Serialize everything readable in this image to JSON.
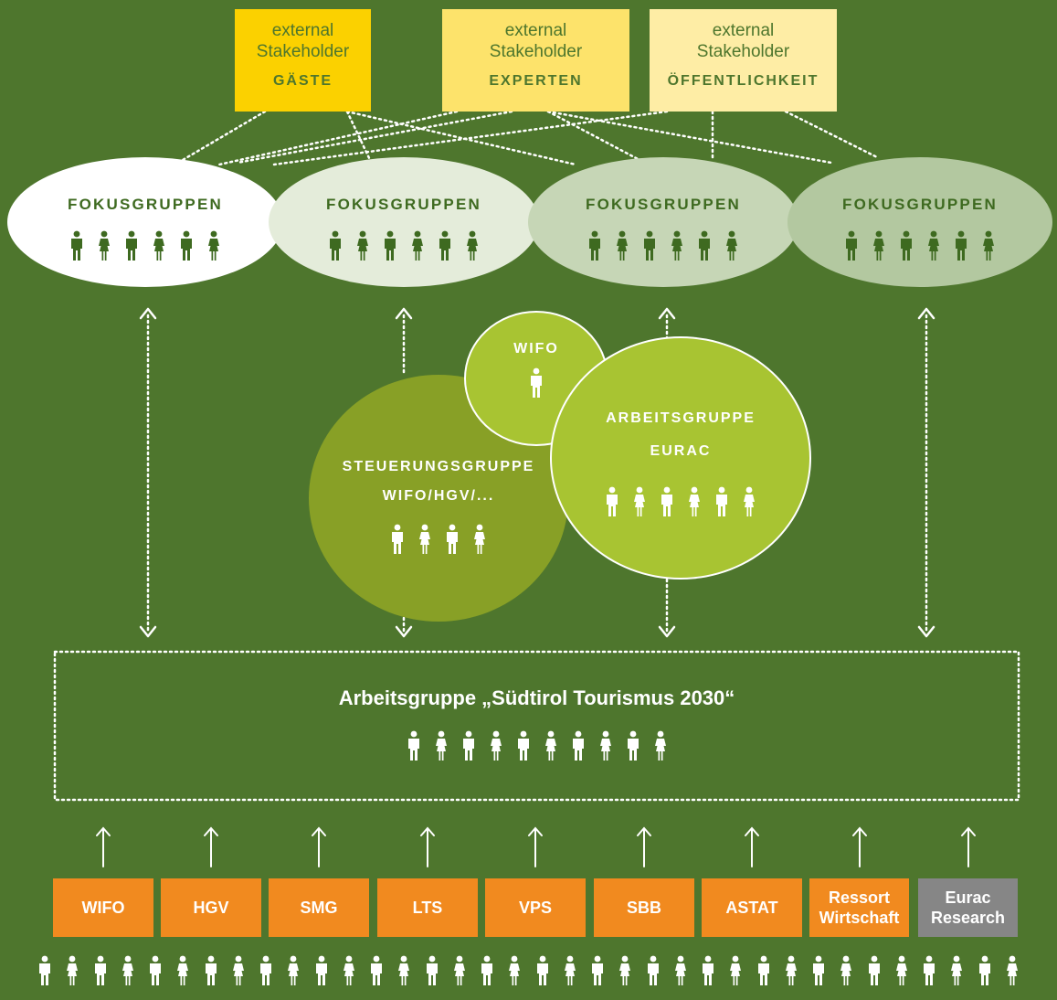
{
  "stakeholders": [
    {
      "line1": "external",
      "line2": "Stakeholder",
      "name": "GÄSTE",
      "color": "#fbd100"
    },
    {
      "line1": "external",
      "line2": "Stakeholder",
      "name": "EXPERTEN",
      "color": "#fde36b"
    },
    {
      "line1": "external",
      "line2": "Stakeholder",
      "name": "ÖFFENTLICHKEIT",
      "color": "#feeda5"
    }
  ],
  "focus_groups": [
    {
      "label": "FOKUSGRUPPEN",
      "fill": "#ffffff"
    },
    {
      "label": "FOKUSGRUPPEN",
      "fill": "#e4ecda"
    },
    {
      "label": "FOKUSGRUPPEN",
      "fill": "#c6d6b6"
    },
    {
      "label": "FOKUSGRUPPEN",
      "fill": "#b3c8a0"
    }
  ],
  "wifo_circle": {
    "label": "WIFO",
    "fill": "#a8c432"
  },
  "steering_group": {
    "line1": "STEUERUNGSGRUPPE",
    "line2": "WIFO/HGV/...",
    "fill": "#88a026"
  },
  "eurac_group": {
    "line1": "ARBEITSGRUPPE",
    "line2": "EURAC",
    "fill": "#a8c432"
  },
  "working_group": {
    "title": "Arbeitsgruppe „Südtirol Tourismus 2030“"
  },
  "organizations": [
    {
      "label": "WIFO",
      "color": "#f18a1f"
    },
    {
      "label": "HGV",
      "color": "#f18a1f"
    },
    {
      "label": "SMG",
      "color": "#f18a1f"
    },
    {
      "label": "LTS",
      "color": "#f18a1f"
    },
    {
      "label": "VPS",
      "color": "#f18a1f"
    },
    {
      "label": "SBB",
      "color": "#f18a1f"
    },
    {
      "label": "ASTAT",
      "color": "#f18a1f"
    },
    {
      "label": "Ressort\nWirtschaft",
      "color": "#f18a1f"
    },
    {
      "label": "Eurac\nResearch",
      "color": "#868686"
    }
  ],
  "colors": {
    "background": "#4e762d",
    "people_dark": "#3e6a20",
    "people_light": "#ffffff",
    "arrow": "#ffffff"
  }
}
